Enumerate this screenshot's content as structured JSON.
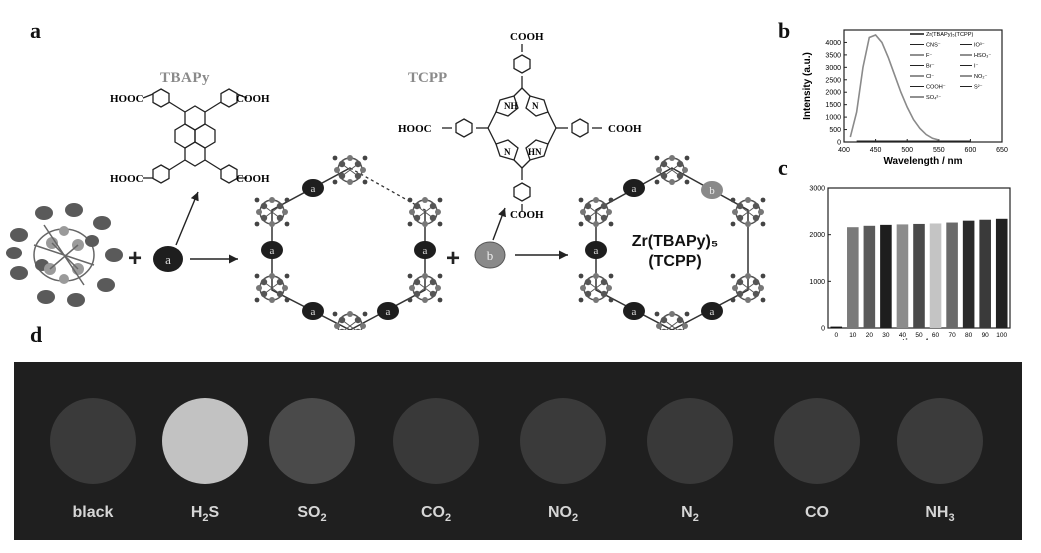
{
  "panels": {
    "a": "a",
    "b": "b",
    "c": "c",
    "d": "d"
  },
  "panel_a": {
    "tbapy_name": "TBAPy",
    "tcpp_name": "TCPP",
    "linker_a": "a",
    "linker_b": "b",
    "plus": "+",
    "cooh": "COOH",
    "hooc": "HOOC",
    "nh": "NH",
    "hn": "HN",
    "n": "N",
    "mof_line1": "Zr(TBAPy)₅",
    "mof_line2": "(TCPP)"
  },
  "chart_data": [
    {
      "type": "line",
      "panel": "b",
      "xlabel": "Wavelength / nm",
      "ylabel": "Intensity (a.u.)",
      "xlim": [
        400,
        650
      ],
      "ylim": [
        0,
        4500
      ],
      "xticks": [
        400,
        450,
        500,
        550,
        600,
        650
      ],
      "yticks": [
        0,
        500,
        1000,
        1500,
        2000,
        2500,
        3000,
        3500,
        4000
      ],
      "legend_col1": [
        "Zr(TBAPy)₅(TCPP)",
        "CNS⁻",
        "F⁻",
        "Br⁻",
        "Cl⁻",
        "COOH⁻",
        "SO₄²⁻"
      ],
      "legend_col2": [
        "IO³⁻",
        "HSO₃⁻",
        "I⁻",
        "NO₂⁻",
        "S²⁻"
      ],
      "series": [
        {
          "name": "Zr(TBAPy)₅(TCPP)",
          "x": [
            410,
            420,
            430,
            440,
            450,
            460,
            470,
            480,
            490,
            500,
            510,
            520,
            530,
            540,
            550
          ],
          "y": [
            200,
            1200,
            3000,
            4200,
            4300,
            4000,
            3400,
            2700,
            2000,
            1400,
            900,
            550,
            300,
            150,
            80
          ]
        },
        {
          "name": "anions",
          "x": [
            420,
            600
          ],
          "y": [
            30,
            30
          ]
        }
      ]
    },
    {
      "type": "bar",
      "panel": "c",
      "xlabel": "time / s",
      "ylabel": "",
      "ylim": [
        0,
        3000
      ],
      "yticks": [
        0,
        1000,
        2000,
        3000
      ],
      "categories": [
        "0",
        "10",
        "20",
        "30",
        "40",
        "50",
        "60",
        "70",
        "80",
        "90",
        "100"
      ],
      "values": [
        30,
        2160,
        2190,
        2210,
        2220,
        2230,
        2240,
        2260,
        2300,
        2320,
        2340
      ],
      "colors": [
        "#111111",
        "#7a7a7a",
        "#5a5a5a",
        "#1e1e1e",
        "#8c8c8c",
        "#4a4a4a",
        "#c4c4c4",
        "#6a6a6a",
        "#2a2a2a",
        "#3a3a3a",
        "#222222"
      ]
    }
  ],
  "panel_d": {
    "spots": [
      {
        "label_main": "black",
        "label_sub": "",
        "label_tail": "",
        "color": "#3a3a3a"
      },
      {
        "label_main": "H",
        "label_sub": "2",
        "label_tail": "S",
        "color": "#c2c2c2"
      },
      {
        "label_main": "SO",
        "label_sub": "2",
        "label_tail": "",
        "color": "#4a4a4a"
      },
      {
        "label_main": "CO",
        "label_sub": "2",
        "label_tail": "",
        "color": "#393939"
      },
      {
        "label_main": "NO",
        "label_sub": "2",
        "label_tail": "",
        "color": "#3a3a3a"
      },
      {
        "label_main": "N",
        "label_sub": "2",
        "label_tail": "",
        "color": "#393939"
      },
      {
        "label_main": "CO",
        "label_sub": "",
        "label_tail": "",
        "color": "#3a3a3a"
      },
      {
        "label_main": "NH",
        "label_sub": "3",
        "label_tail": "",
        "color": "#3b3b3b"
      }
    ]
  }
}
